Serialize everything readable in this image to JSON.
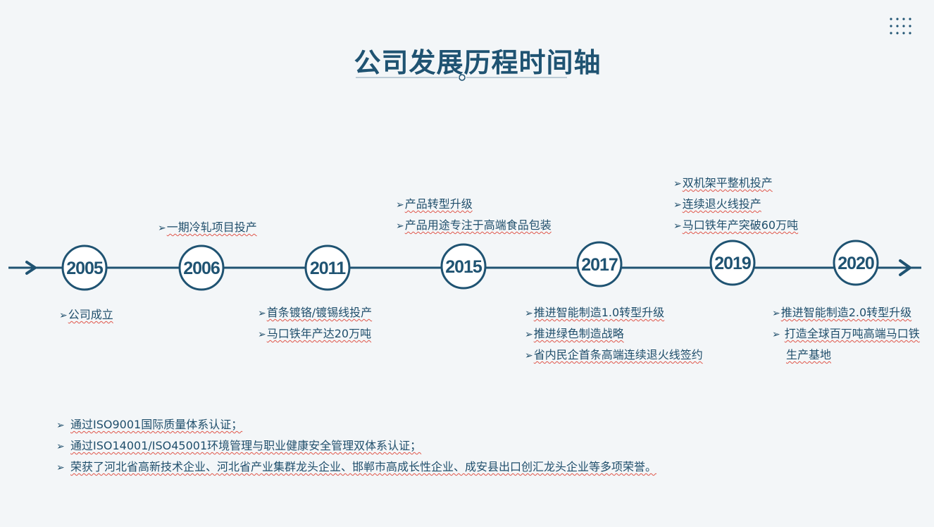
{
  "title": "公司发展历程时间轴",
  "colors": {
    "primary": "#1f5372",
    "background": "#f3f6f8",
    "underline": "#e0564a"
  },
  "icons": {
    "menu": "grid-dots-icon",
    "arrow": "double-chevron-right-icon",
    "bullet": "arrow-bullet-icon"
  },
  "timeline": {
    "years": [
      "2005",
      "2006",
      "2011",
      "2015",
      "2017",
      "2019",
      "2020"
    ],
    "events": {
      "y2005": [
        "公司成立"
      ],
      "y2006": [
        "一期冷轧项目投产"
      ],
      "y2011": [
        "首条镀铬/镀锡线投产",
        "马口铁年产达20万吨"
      ],
      "y2015": [
        "产品转型升级",
        "产品用途专注于高端食品包装"
      ],
      "y2017": [
        "推进智能制造1.0转型升级",
        "推进绿色制造战略",
        "省内民企首条高端连续退火线签约"
      ],
      "y2019": [
        "双机架平整机投产",
        "连续退火线投产",
        "马口铁年产突破60万吨"
      ],
      "y2020": [
        "推进智能制造2.0转型升级",
        "打造全球百万吨高端马口铁",
        "生产基地"
      ]
    }
  },
  "bullet_glyph": "➢",
  "notes": [
    "通过ISO9001国际质量体系认证；",
    "通过ISO14001/ISO45001环境管理与职业健康安全管理双体系认证；",
    "荣获了河北省高新技术企业、河北省产业集群龙头企业、邯郸市高成长性企业、成安县出口创汇龙头企业等多项荣誉。"
  ]
}
